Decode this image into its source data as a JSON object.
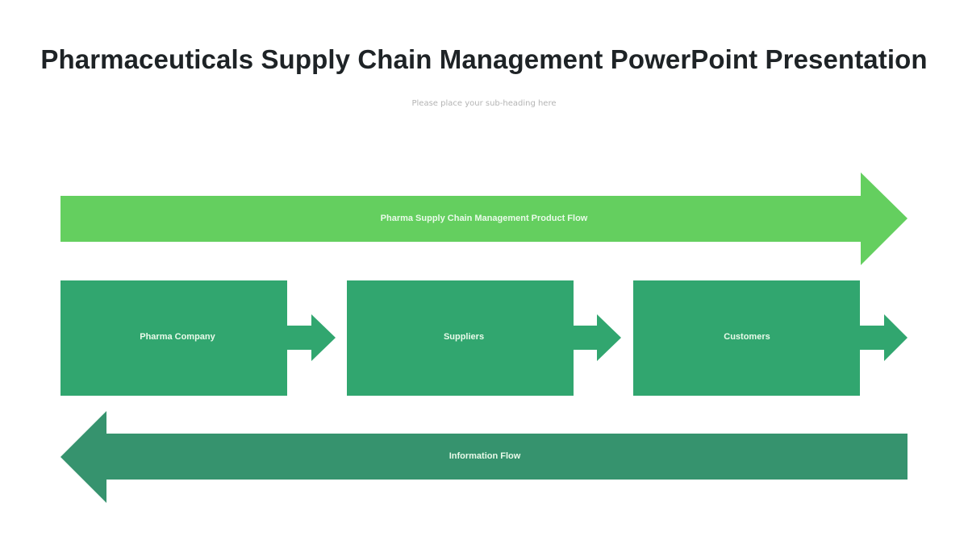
{
  "slide": {
    "title": "Pharmaceuticals Supply Chain Management PowerPoint Presentation",
    "subtitle": "Please place your sub-heading here"
  },
  "diagram": {
    "product_flow": {
      "label": "Pharma Supply Chain Management Product Flow",
      "direction": "right",
      "color": "#64cf5f"
    },
    "stages": [
      {
        "label": "Pharma Company",
        "color": "#31a66f"
      },
      {
        "label": "Suppliers",
        "color": "#31a66f"
      },
      {
        "label": "Customers",
        "color": "#31a66f"
      }
    ],
    "information_flow": {
      "label": "Information Flow",
      "direction": "left",
      "color": "#36936e"
    }
  }
}
